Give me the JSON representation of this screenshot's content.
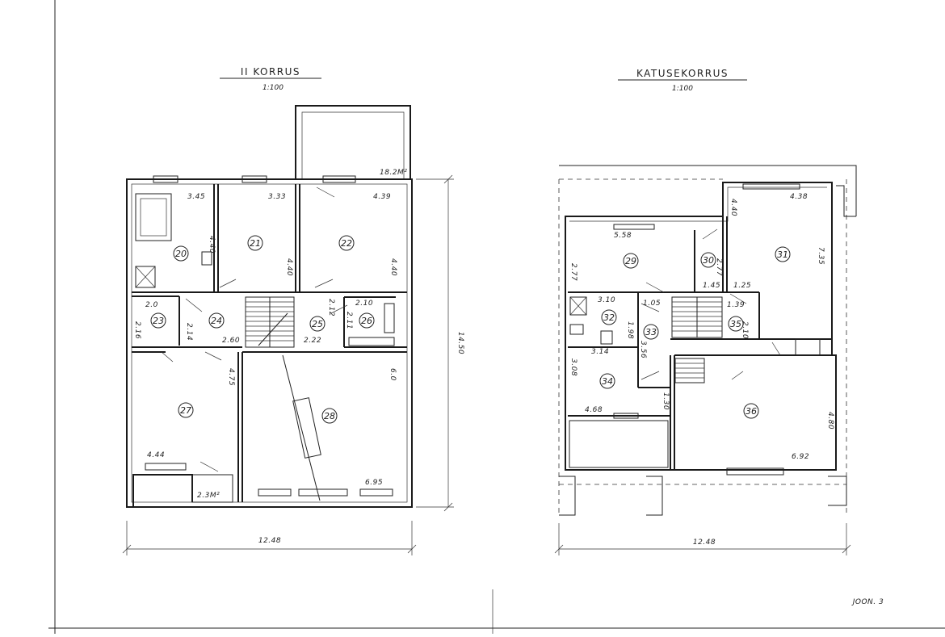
{
  "plans": [
    {
      "title": "II KORRUS",
      "scale": "1:100",
      "width_label": "12.48",
      "height_label": "14.50",
      "rooms": [
        {
          "num": "20"
        },
        {
          "num": "21"
        },
        {
          "num": "22"
        },
        {
          "num": "23"
        },
        {
          "num": "24"
        },
        {
          "num": "25"
        },
        {
          "num": "26"
        },
        {
          "num": "27"
        },
        {
          "num": "28"
        }
      ],
      "dims": [
        "3.45",
        "4.40",
        "3.33",
        "4.40",
        "4.39",
        "4.40",
        "18.2M²",
        "2.0",
        "2.16",
        "2.14",
        "2.60",
        "2.12",
        "2.11",
        "2.10",
        "2.22",
        "4.75",
        "6.0",
        "4.44",
        "2.3M²",
        "6.95"
      ]
    },
    {
      "title": "KATUSEKORRUS",
      "scale": "1:100",
      "width_label": "12.48",
      "rooms": [
        {
          "num": "29"
        },
        {
          "num": "30"
        },
        {
          "num": "31"
        },
        {
          "num": "32"
        },
        {
          "num": "33"
        },
        {
          "num": "34"
        },
        {
          "num": "35"
        },
        {
          "num": "36"
        }
      ],
      "dims": [
        "5.58",
        "2.77",
        "2.77",
        "4.40",
        "4.38",
        "7.35",
        "1.45",
        "1.25",
        "3.10",
        "1.05",
        "1.39",
        "1.98",
        "3.56",
        "2.10",
        "3.14",
        "3.08",
        "1.30",
        "4.68",
        "4.80",
        "6.92"
      ]
    }
  ],
  "sheet_label": "JOON. 3"
}
